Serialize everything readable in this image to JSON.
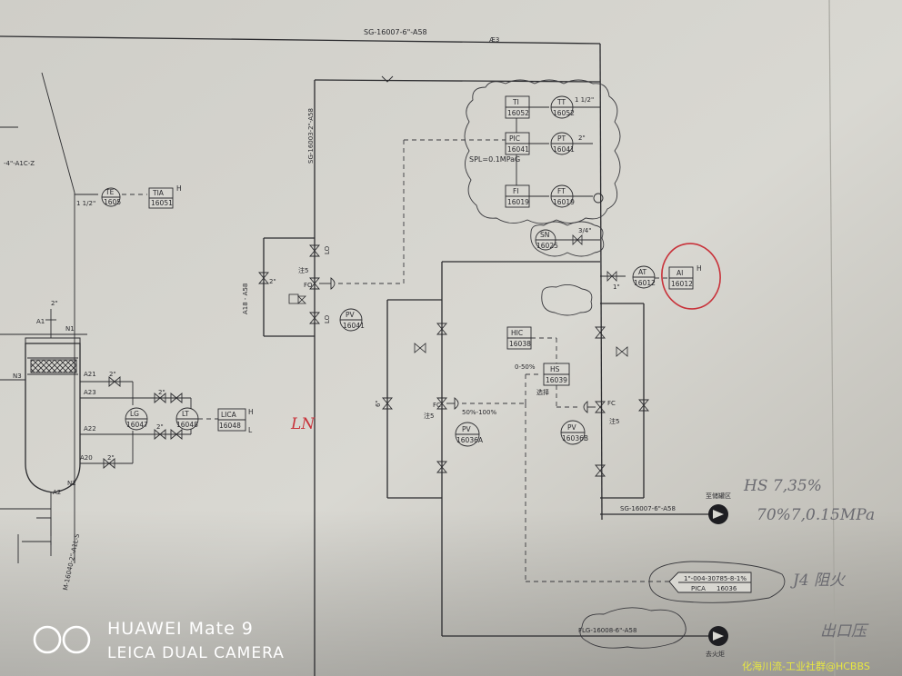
{
  "lines": {
    "top": "SG-16007-6\"-A58",
    "top_ref": "Æ3",
    "riser": "SG-16003-2\"-A58",
    "left_process": "-4\"-A1C-Z",
    "bypass": "A18 - A58",
    "sg_out": "SG-16007-6\"-A58",
    "flg": "FLG-16008-6\"-A58",
    "bottom_left": "M-16040-2\"-A1L-S"
  },
  "instruments": {
    "te": {
      "tag": "TE",
      "num": "1605"
    },
    "tia": {
      "tag": "TIA",
      "num": "16051",
      "alarm": "H"
    },
    "ti": {
      "tag": "TI",
      "num": "16052"
    },
    "tt": {
      "tag": "TT",
      "num": "16052"
    },
    "pic": {
      "tag": "PIC",
      "num": "16041"
    },
    "pt": {
      "tag": "PT",
      "num": "16041"
    },
    "fi": {
      "tag": "FI",
      "num": "16019"
    },
    "ft": {
      "tag": "FT",
      "num": "16019"
    },
    "sn": {
      "tag": "SN",
      "num": "16025"
    },
    "at": {
      "tag": "AT",
      "num": "16012"
    },
    "ai": {
      "tag": "AI",
      "num": "16012",
      "alarm": "H"
    },
    "pv1": {
      "tag": "PV",
      "num": "16041"
    },
    "hic": {
      "tag": "HIC",
      "num": "16038"
    },
    "hs": {
      "tag": "HS",
      "num": "16039"
    },
    "pv2": {
      "tag": "PV",
      "num": "16036A"
    },
    "pv3": {
      "tag": "PV",
      "num": "16036B"
    },
    "lg": {
      "tag": "LG",
      "num": "16047"
    },
    "lt": {
      "tag": "LT",
      "num": "16048"
    },
    "lica": {
      "tag": "LICA",
      "num": "16048",
      "alarm_h": "H",
      "alarm_l": "L"
    },
    "pica": {
      "tag": "PICA",
      "num": "16036",
      "line": "1\"-004-30785-8-1%"
    }
  },
  "labels": {
    "spl": "SPL=0.1MPaG",
    "pct1": "0-50%",
    "pct2": "50%-100%",
    "select": "选择",
    "dest1": "至储罐区",
    "dest2": "去火炬",
    "fo": "FO",
    "fc": "FC",
    "lo": "LO",
    "note5": "注5",
    "n1": "N1",
    "n2": "N2",
    "n3": "N3",
    "a1": "A1",
    "a2": "A2",
    "a20": "A20",
    "a21": "A21",
    "a22": "A22",
    "a23": "A23",
    "sz_2": "2\"",
    "sz_34": "3/4\"",
    "sz_112": "1 1/2\"",
    "sz_1": "1\"",
    "sz_6": "6\""
  },
  "handwriting": {
    "ln": "LN",
    "hs_note1": "HS 7,35%",
    "hs_note2": "70%7,0.15MPa",
    "j4": "J4 阻火",
    "edge": "出口压"
  },
  "watermark": {
    "brand": "HUAWEI Mate 9",
    "camera": "LEICA DUAL CAMERA",
    "forum": "化海川流-工业社群@HCBBS"
  }
}
